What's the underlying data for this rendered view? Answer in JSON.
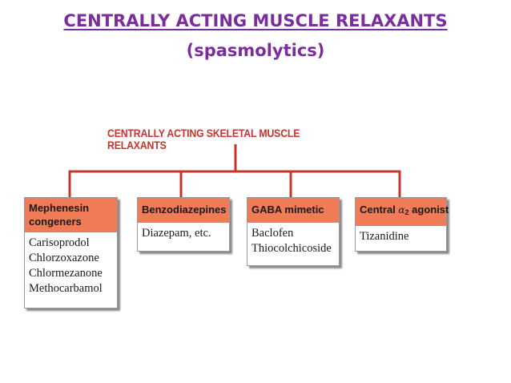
{
  "slide": {
    "title": "CENTRALLY ACTING MUSCLE RELAXANTS",
    "subtitle": "(spasmolytics)"
  },
  "diagram": {
    "heading": "CENTRALLY ACTING SKELETAL MUSCLE RELAXANTS",
    "colors": {
      "accent": "#c8332c",
      "box_header": "#f07b57",
      "title": "#7b2c9e"
    },
    "categories": [
      {
        "heading_line1": "Mephenesin",
        "heading_line2": "congeners",
        "items": [
          "Carisoprodol",
          "Chlorzoxazone",
          "Chlormezanone",
          "Methocarbamol"
        ]
      },
      {
        "heading": "Benzodiazepines",
        "items": [
          "Diazepam, etc."
        ]
      },
      {
        "heading": "GABA mimetic",
        "items": [
          "Baclofen",
          "Thiocolchicoside"
        ]
      },
      {
        "heading_prefix": "Central ",
        "heading_symbol": "α",
        "heading_subscript": "2",
        "heading_suffix": " agonist",
        "items": [
          "Tizanidine"
        ]
      }
    ]
  }
}
